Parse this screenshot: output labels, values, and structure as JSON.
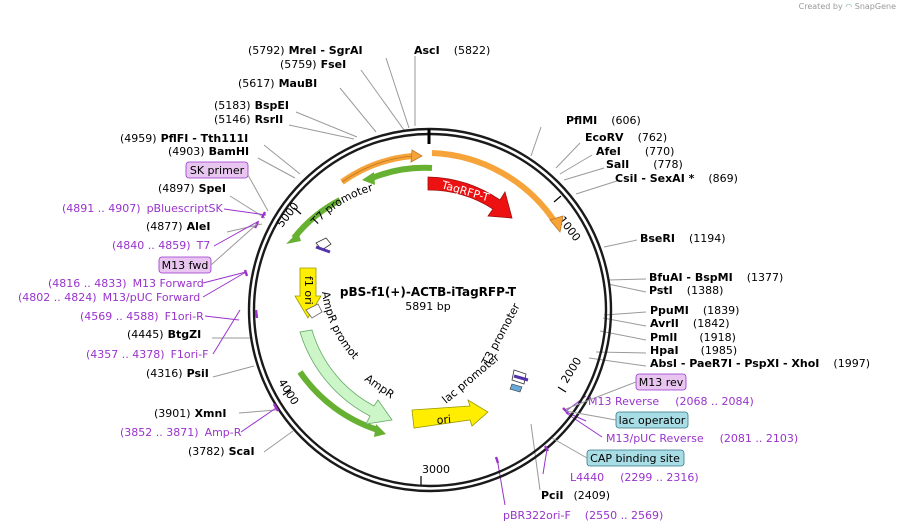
{
  "credit": {
    "created_by": "Created by",
    "brand": "SnapGene"
  },
  "map": {
    "name": "pBS-f1(+)-ACTB-iTagRFP-T",
    "length": "5891 bp",
    "ruler": [
      "1000",
      "2000",
      "3000",
      "4000",
      "5000"
    ]
  },
  "sites_right": [
    {
      "name": "AscI",
      "pos": "(5822)"
    },
    {
      "name": "PflMI",
      "pos": "(606)"
    },
    {
      "name": "EcoRV",
      "pos": "(762)"
    },
    {
      "name": "AfeI",
      "pos": "(770)"
    },
    {
      "name": "SalI",
      "pos": "(778)"
    },
    {
      "name": "CsiI - SexAI *",
      "pos": "(869)"
    },
    {
      "name": "BseRI",
      "pos": "(1194)"
    },
    {
      "name": "BfuAI - BspMI",
      "pos": "(1377)"
    },
    {
      "name": "PstI",
      "pos": "(1388)"
    },
    {
      "name": "PpuMI",
      "pos": "(1839)"
    },
    {
      "name": "AvrII",
      "pos": "(1842)"
    },
    {
      "name": "PmlI",
      "pos": "(1918)"
    },
    {
      "name": "HpaI",
      "pos": "(1985)"
    },
    {
      "name": "AbsI - PaeR7I - PspXI - XhoI",
      "pos": "(1997)"
    },
    {
      "name": "PciI",
      "pos": "(2409)"
    }
  ],
  "sites_left": [
    {
      "pos": "(5792)",
      "name": "MreI - SgrAI"
    },
    {
      "pos": "(5759)",
      "name": "FseI"
    },
    {
      "pos": "(5617)",
      "name": "MauBI"
    },
    {
      "pos": "(5183)",
      "name": "BspEI"
    },
    {
      "pos": "(5146)",
      "name": "RsrII"
    },
    {
      "pos": "(4959)",
      "name": "PflFI - Tth111I"
    },
    {
      "pos": "(4903)",
      "name": "BamHI"
    },
    {
      "pos": "(4897)",
      "name": "SpeI"
    },
    {
      "pos": "(4877)",
      "name": "AleI"
    },
    {
      "pos": "(4445)",
      "name": "BtgZI"
    },
    {
      "pos": "(4316)",
      "name": "PsiI"
    },
    {
      "pos": "(3901)",
      "name": "XmnI"
    },
    {
      "pos": "(3782)",
      "name": "ScaI"
    }
  ],
  "features_left": [
    {
      "range": "(4891 .. 4907)",
      "name": "pBluescriptSK"
    },
    {
      "range": "(4840 .. 4859)",
      "name": "T7"
    },
    {
      "range": "(4816 .. 4833)",
      "name": "M13 Forward"
    },
    {
      "range": "(4802 .. 4824)",
      "name": "M13/pUC Forward"
    },
    {
      "range": "(4569 .. 4588)",
      "name": "F1ori-R"
    },
    {
      "range": "(4357 .. 4378)",
      "name": "F1ori-F"
    },
    {
      "range": "(3852 .. 3871)",
      "name": "Amp-R"
    }
  ],
  "features_right": [
    {
      "name": "M13 Reverse",
      "range": "(2068 .. 2084)"
    },
    {
      "name": "M13/pUC Reverse",
      "range": "(2081 .. 2103)"
    },
    {
      "name": "L4440",
      "range": "(2299 .. 2316)"
    },
    {
      "name": "pBR322ori-F",
      "range": "(2550 .. 2569)"
    }
  ],
  "boxes": {
    "sk_primer": "SK primer",
    "m13_fwd": "M13 fwd",
    "m13_rev": "M13 rev",
    "lac_operator": "lac operator",
    "cap_site": "CAP binding site"
  },
  "arrows": {
    "tagrfp": "TagRFP-T",
    "t7": "T7 promoter",
    "f1ori": "f1 ori",
    "ampr_promoter": "AmpR promoter",
    "ampr": "AmpR",
    "t3": "T3 promoter",
    "lac": "lac promoter",
    "ori": "ori"
  },
  "colors": {
    "tagrfp": "#ee1111",
    "orange": "#f6a43a",
    "green": "#66b032",
    "yellow": "#ffee00",
    "ampr": "#ccf5c8",
    "feature_text": "#9933cc",
    "box_purple": "#e8c6f0",
    "box_blue": "#a8dde6"
  }
}
